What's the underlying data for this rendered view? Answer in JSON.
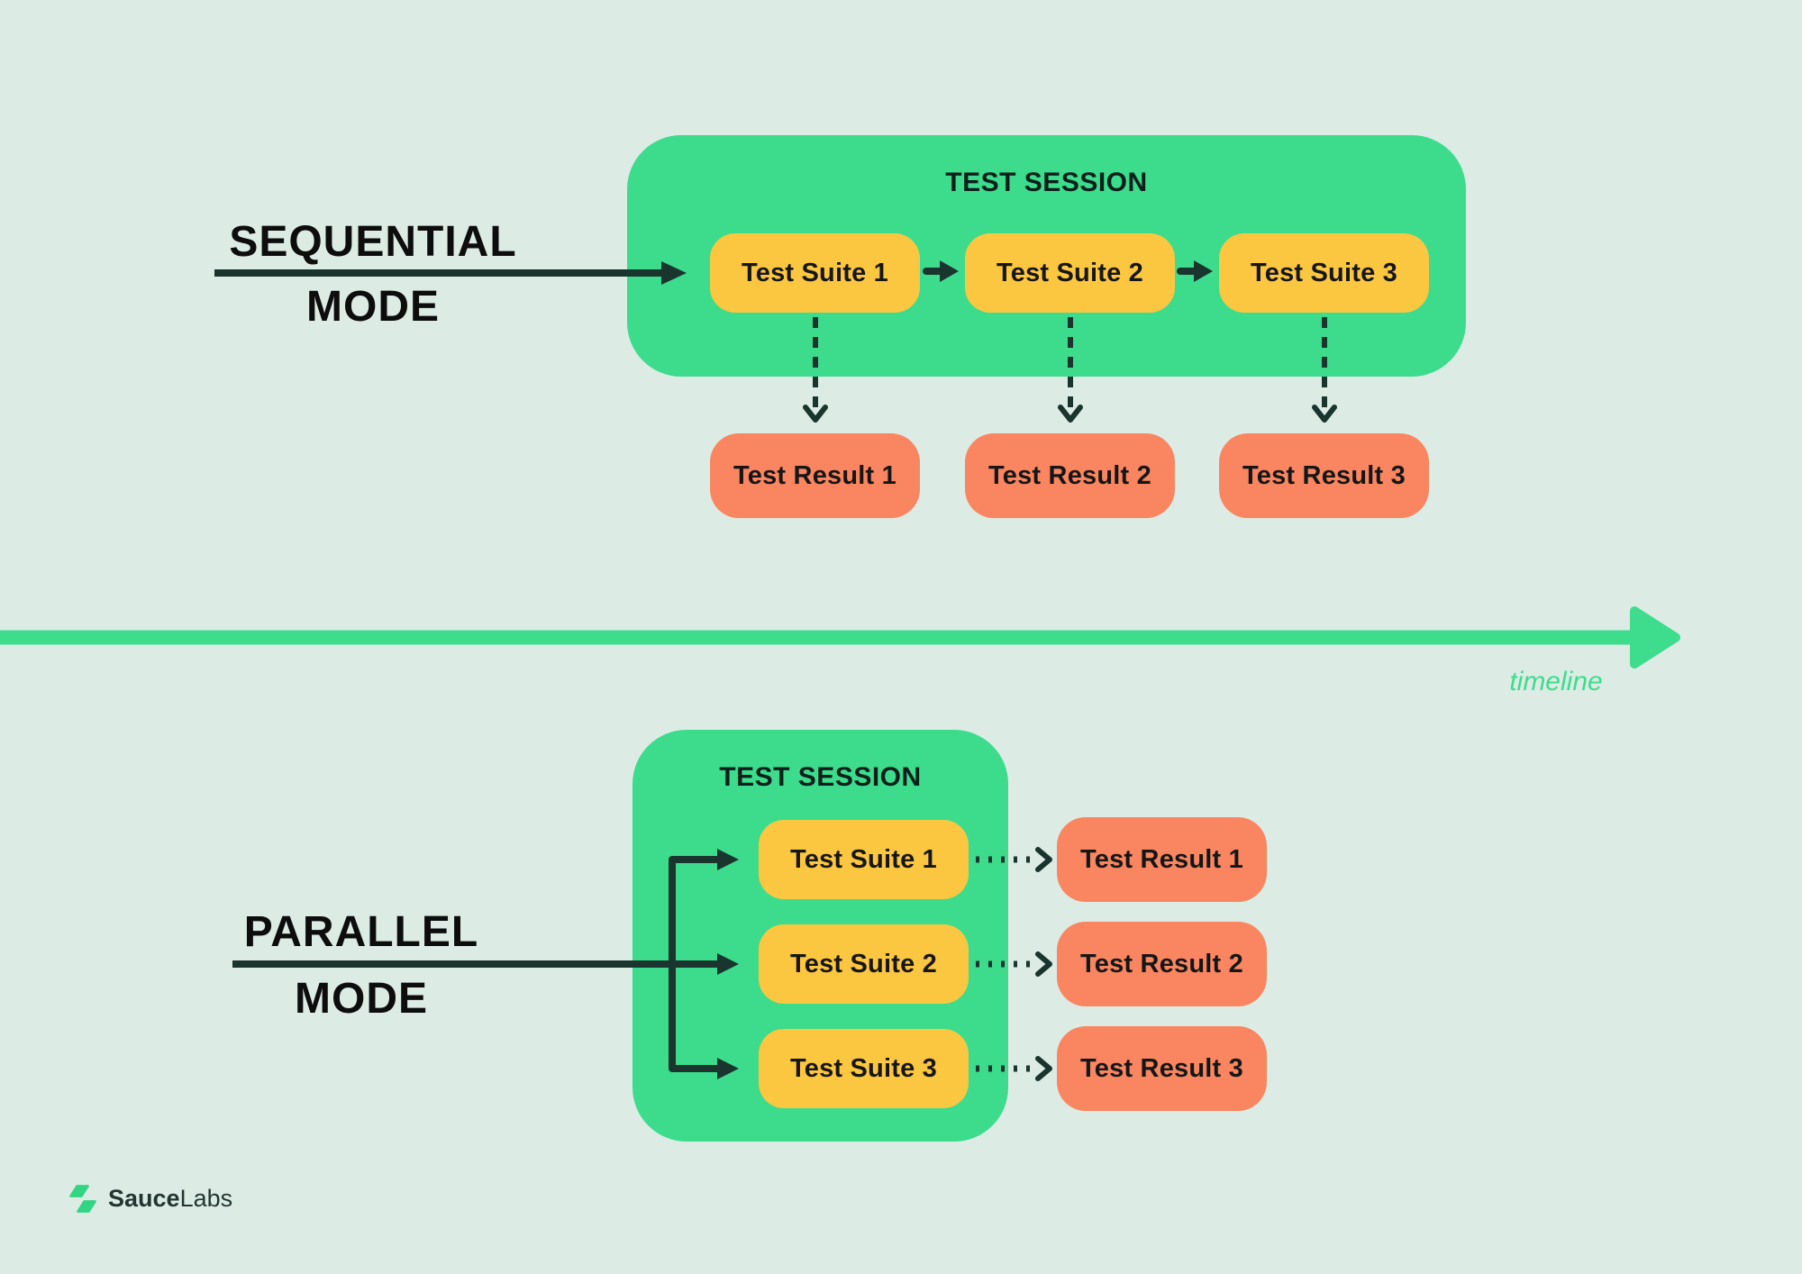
{
  "colors": {
    "background": "#dcece5",
    "session_green": "#3cdc8c",
    "suite_yellow": "#fcc740",
    "result_orange": "#f98660",
    "line_dark": "#1a342e",
    "label_black": "#0d0d0d",
    "box_text": "#161616",
    "timeline_green": "#3edc8d",
    "logo_green": "#32d583",
    "logo_text": "#243431"
  },
  "sequential": {
    "heading_line1": "SEQUENTIAL",
    "heading_line2": "MODE",
    "session_title": "TEST SESSION",
    "suites": [
      "Test Suite 1",
      "Test Suite 2",
      "Test Suite 3"
    ],
    "results": [
      "Test Result 1",
      "Test Result 2",
      "Test Result 3"
    ]
  },
  "parallel": {
    "heading_line1": "PARALLEL",
    "heading_line2": "MODE",
    "session_title": "TEST SESSION",
    "suites": [
      "Test Suite 1",
      "Test Suite 2",
      "Test Suite 3"
    ],
    "results": [
      "Test Result 1",
      "Test Result 2",
      "Test Result 3"
    ]
  },
  "timeline": {
    "label": "timeline"
  },
  "footer": {
    "brand_bold": "Sauce",
    "brand_light": "Labs"
  }
}
